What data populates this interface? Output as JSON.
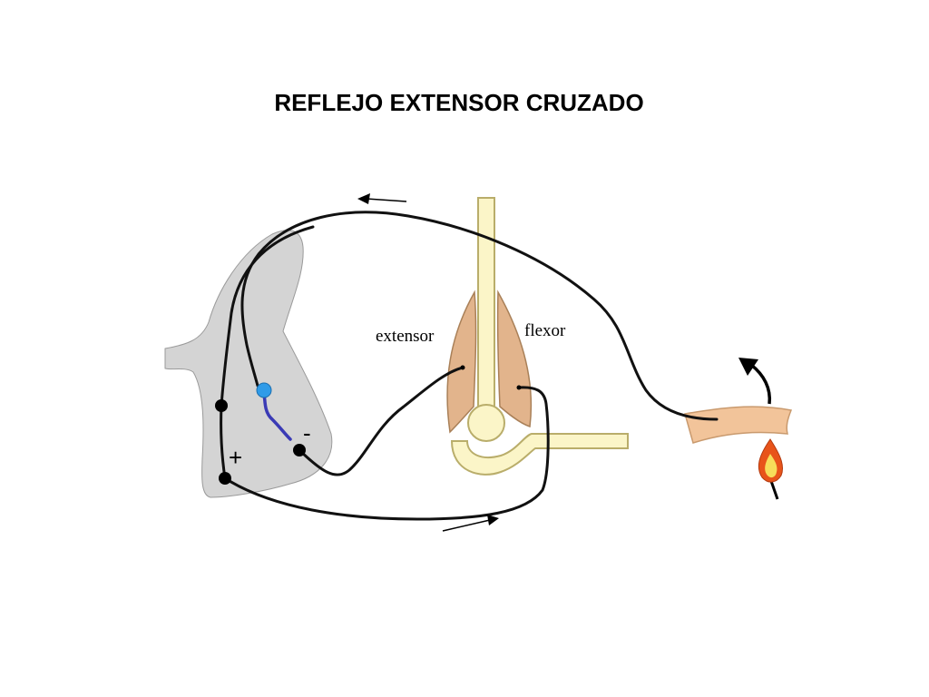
{
  "title": "REFLEJO EXTENSOR CRUZADO",
  "labels": {
    "extensor": "extensor",
    "flexor": "flexor",
    "plus": "+",
    "minus": "-"
  },
  "colors": {
    "spinal_cord": "#d4d4d4",
    "muscle": "#e2b48c",
    "bone": "#fbf5c8",
    "skin": "#f2c49a",
    "interneuron": "#3a3ab5",
    "interneuron_body": "#2f9be8",
    "flame_outer": "#e8541a",
    "flame_inner": "#f7dd5a"
  }
}
